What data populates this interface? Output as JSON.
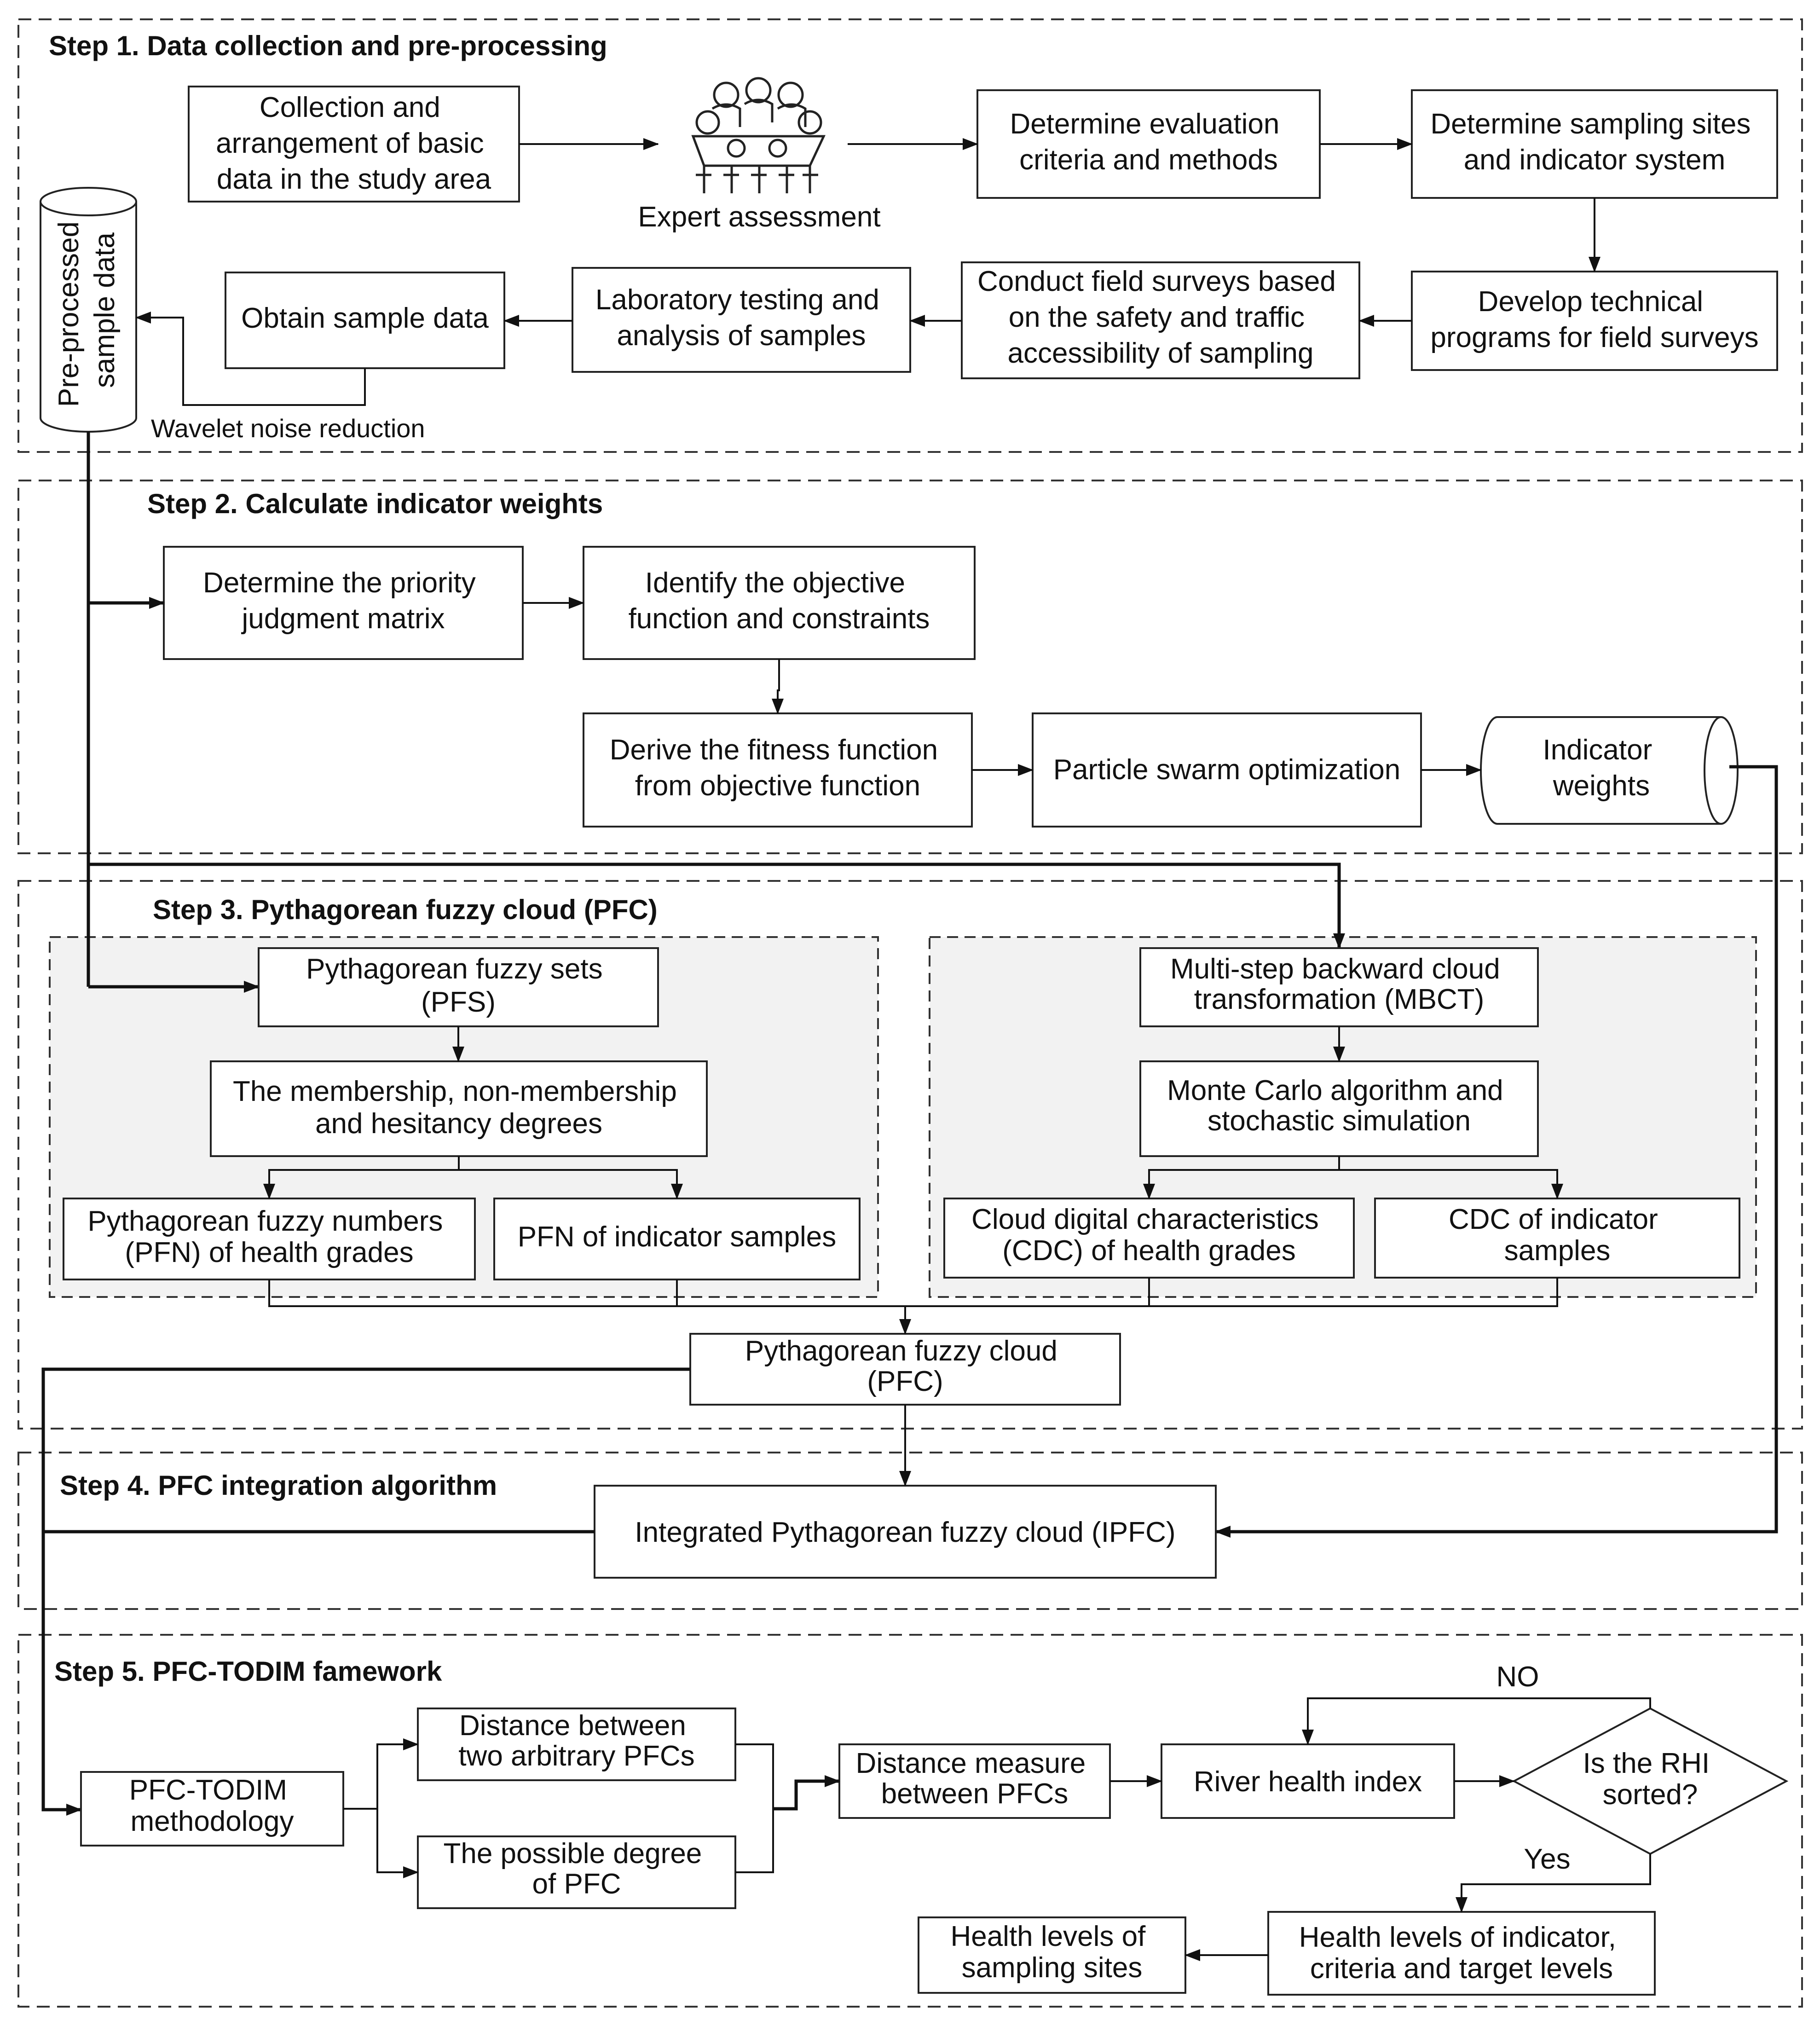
{
  "steps": {
    "s1": "Step 1. Data collection and pre-processing",
    "s2": "Step 2. Calculate indicator weights",
    "s3": "Step 3. Pythagorean fuzzy cloud (PFC)",
    "s4": "Step 4. PFC integration algorithm",
    "s5": "Step 5. PFC-TODIM famework"
  },
  "nodes": {
    "collection": [
      "Collection and",
      "arrangement of basic",
      "data in the study area"
    ],
    "expert": "Expert assessment",
    "criteria": [
      "Determine evaluation",
      "criteria and methods"
    ],
    "sampling": [
      "Determine sampling sites",
      "and indicator system"
    ],
    "programs": [
      "Develop technical",
      "programs for field surveys"
    ],
    "surveys": [
      "Conduct field surveys based",
      "on the safety and traffic",
      "accessibility of sampling"
    ],
    "lab": [
      "Laboratory testing and",
      "analysis of samples"
    ],
    "obtain": "Obtain sample data",
    "preprocessed": [
      "Pre-processed",
      "sample data"
    ],
    "wavelet": "Wavelet noise reduction",
    "priority": [
      "Determine the priority",
      "judgment matrix"
    ],
    "objective": [
      "Identify the objective",
      "function and constraints"
    ],
    "fitness": [
      "Derive the fitness function",
      "from objective function"
    ],
    "pso": "Particle swarm optimization",
    "weights": [
      "Indicator",
      "weights"
    ],
    "pfs": [
      "Pythagorean fuzzy sets",
      "(PFS)"
    ],
    "membership": [
      "The membership, non-membership",
      "and hesitancy degrees"
    ],
    "pfn_grades": [
      "Pythagorean fuzzy numbers",
      "(PFN) of health grades"
    ],
    "pfn_samples": "PFN of indicator samples",
    "mbct": [
      "Multi-step backward cloud",
      "transformation (MBCT)"
    ],
    "montecarlo": [
      "Monte Carlo algorithm and",
      "stochastic simulation"
    ],
    "cdc_grades": [
      "Cloud digital characteristics",
      "(CDC) of health grades"
    ],
    "cdc_samples": [
      "CDC of indicator",
      "samples"
    ],
    "pfc": [
      "Pythagorean  fuzzy cloud",
      "(PFC)"
    ],
    "ipfc": "Integrated Pythagorean fuzzy cloud (IPFC)",
    "todim": [
      "PFC-TODIM",
      "methodology"
    ],
    "distance_two": [
      "Distance between",
      "two arbitrary PFCs"
    ],
    "possible": [
      "The possible degree",
      "of PFC"
    ],
    "distance_measure": [
      "Distance measure",
      "between PFCs"
    ],
    "rhi": "River health index",
    "sorted": [
      "Is the RHI",
      "sorted?"
    ],
    "no": "NO",
    "yes": "Yes",
    "health_indicator": [
      "Health levels of indicator,",
      "criteria and target levels"
    ],
    "health_sites": [
      "Health levels of",
      "sampling sites"
    ]
  }
}
